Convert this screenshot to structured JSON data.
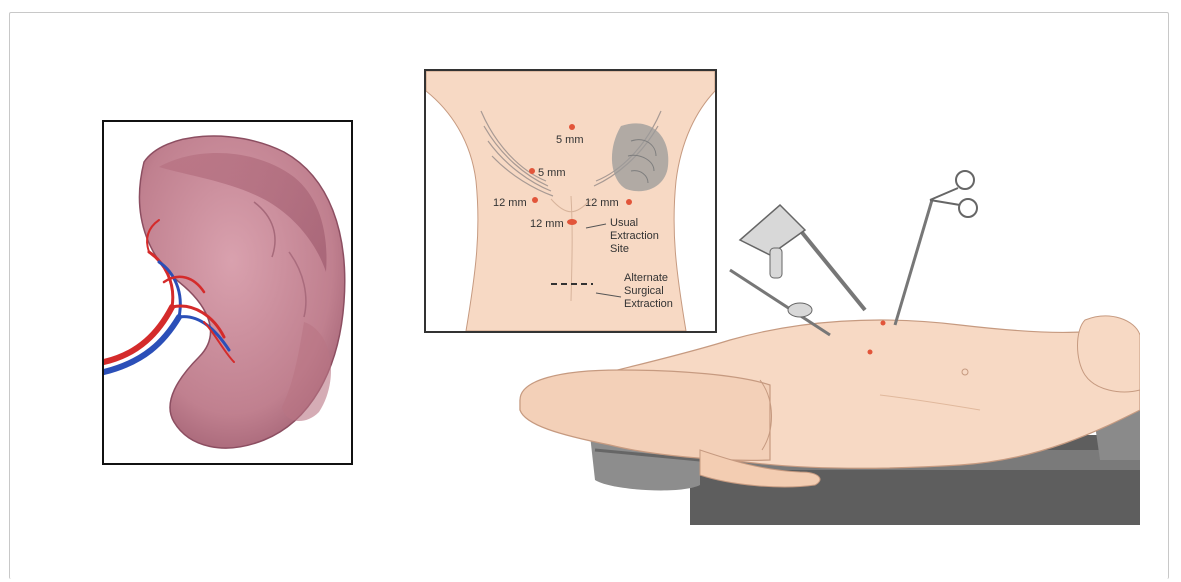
{
  "figure": {
    "inset_labels": {
      "port_5mm_top": "5 mm",
      "port_5mm_left": "5 mm",
      "port_12mm_left": "12 mm",
      "port_12mm_right": "12 mm",
      "port_12mm_center": "12 mm",
      "usual_extraction": [
        "Usual",
        "Extraction",
        "Site"
      ],
      "alternate_extraction": [
        "Alternate",
        "Surgical",
        "Extraction"
      ]
    }
  },
  "colors": {
    "skin": "#f7d9c4",
    "skin_shadow": "#e8bfa4",
    "spleen": "#c98a9a",
    "spleen_dark": "#a8677a",
    "artery": "#d42b2b",
    "vein": "#2b4fb8",
    "port_dot": "#e2553a",
    "table": "#5e5e5e"
  }
}
